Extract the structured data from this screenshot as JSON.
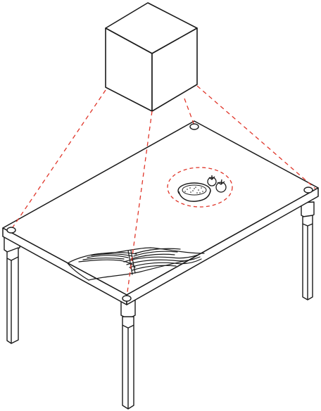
{
  "illustration": {
    "colors": {
      "stroke": "#1a1a1a",
      "projection": "#e0362a",
      "fill": "#ffffff"
    },
    "parts": [
      "overhead-camera-cube",
      "projection-dashed-lines",
      "table-top",
      "corner-markers",
      "table-legs",
      "textured-relief-zone",
      "bowl-of-food",
      "tomatoes",
      "highlight-ring"
    ]
  }
}
